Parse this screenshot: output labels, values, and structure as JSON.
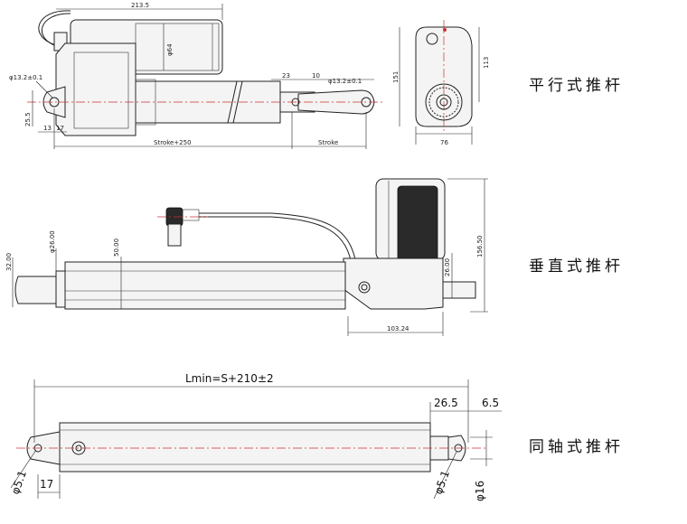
{
  "parallel": {
    "title": "平行式推杆",
    "dims": {
      "total_length": "213.5",
      "motor_dia": "φ64",
      "hole_left": "φ13.2±0.1",
      "hole_right": "φ13.2±0.1",
      "d23": "23",
      "d10": "10",
      "d25_5": "25.5",
      "d13": "13",
      "d17": "17",
      "stroke_plus": "Stroke+250",
      "stroke": "Stroke",
      "h151": "151",
      "h113": "113",
      "w76": "76"
    }
  },
  "vertical": {
    "title": "垂直式推杆",
    "dims": {
      "d32": "32.00",
      "d26a": "φ26.00",
      "d50": "50.00",
      "d26b": "26.00",
      "h156": "156.50",
      "w103": "103.24"
    }
  },
  "coaxial": {
    "title": "同轴式推杆",
    "dims": {
      "lmin": "Lmin=S+210±2",
      "d26_5": "26.5",
      "d6_5": "6.5",
      "hole_left": "φ5.1",
      "hole_right": "φ5.1",
      "d17": "17",
      "dia16": "φ16"
    }
  },
  "colors": {
    "centerline": "#d03030",
    "line": "#222222",
    "motor_dark": "#2a2a2a"
  }
}
